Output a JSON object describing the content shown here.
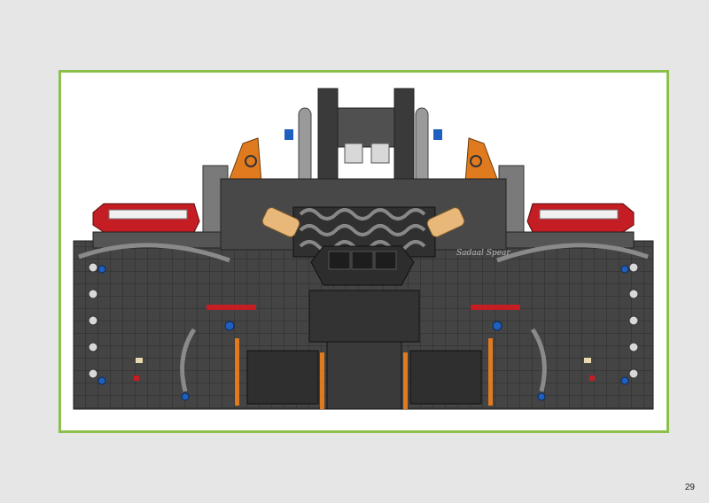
{
  "page": {
    "number": "29",
    "frame_color": "#8cc04b"
  },
  "illustration": {
    "name": "lego-technic-car-rear-assembly",
    "colors": {
      "body": "#3c3c3c",
      "body_light": "#6b6b6b",
      "highlight": "#f1f1f1",
      "orange": "#e07a1f",
      "red": "#c41e24",
      "blue": "#1f5fbf",
      "tan": "#e8b77a"
    },
    "badge_text": "Sadaal Spear"
  }
}
